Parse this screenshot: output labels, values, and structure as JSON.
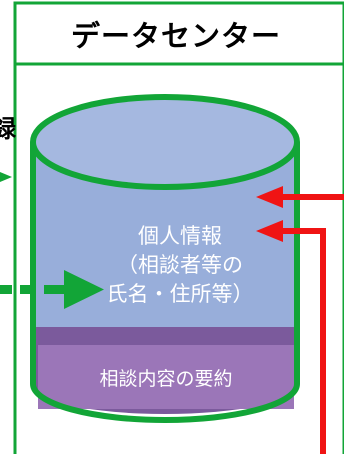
{
  "header": {
    "title": "データセンター"
  },
  "side_label": {
    "text": "録"
  },
  "cylinder": {
    "info_line1": "個人情報",
    "info_line2": "（相談者等の",
    "info_line3": "氏名・住所等）",
    "summary": "相談内容の要約"
  },
  "colors": {
    "green": "#12A537",
    "cylinder_body": "#98AEDA",
    "cylinder_top": "#A5B8E0",
    "summary_band": "#9B76B8",
    "summary_base": "#7B5A9C",
    "arrow_red": "#F01414"
  }
}
